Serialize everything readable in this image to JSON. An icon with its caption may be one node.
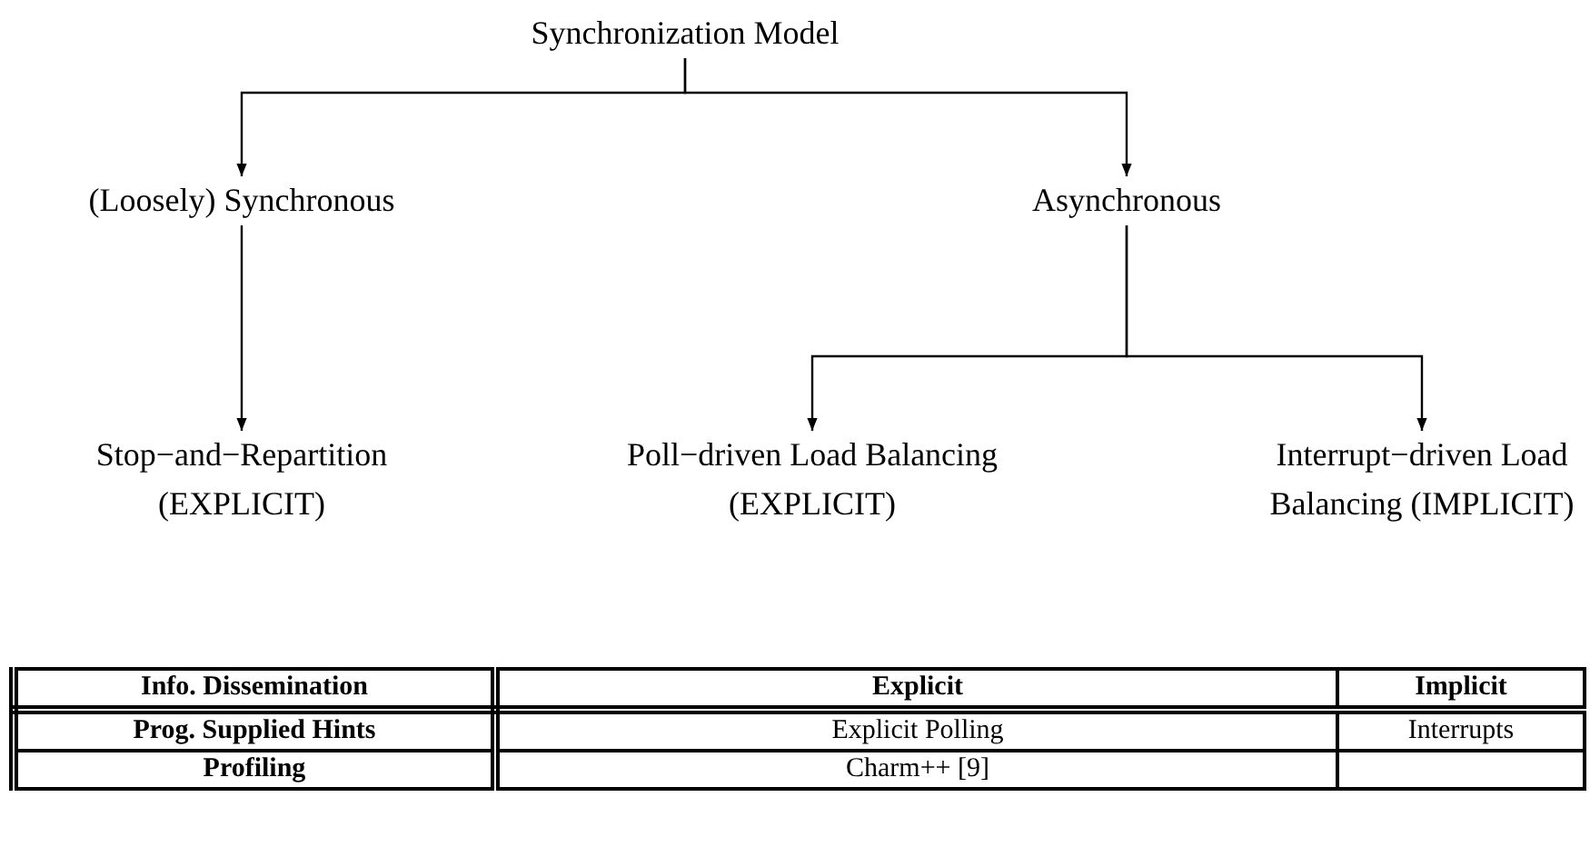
{
  "diagram": {
    "nodes": [
      {
        "text": [
          "Synchronization Model"
        ]
      },
      {
        "text": [
          "(Loosely) Synchronous"
        ]
      },
      {
        "text": [
          "Asynchronous"
        ]
      },
      {
        "text": [
          "Stop−and−Repartition (EXPLICIT)"
        ]
      },
      {
        "text": [
          "Poll−driven Load Balancing (EXPLICIT)"
        ]
      },
      {
        "text": [
          "Interrupt−driven Load Balancing (IMPLICIT)"
        ]
      }
    ],
    "edges": [
      {
        "from": 0,
        "to": 1,
        "arrow": "to"
      },
      {
        "from": 0,
        "to": 2,
        "arrow": "to"
      },
      {
        "from": 1,
        "to": 3,
        "arrow": "to"
      },
      {
        "from": 2,
        "to": 4,
        "arrow": "to"
      },
      {
        "from": 2,
        "to": 5,
        "arrow": "to"
      }
    ],
    "labels": [
      "Info. Dissemination",
      "Explicit",
      "Implicit",
      "Prog. Supplied Hints",
      "Explicit Polling",
      "Interrupts",
      "Profiling",
      "Charm++ [9]"
    ]
  }
}
